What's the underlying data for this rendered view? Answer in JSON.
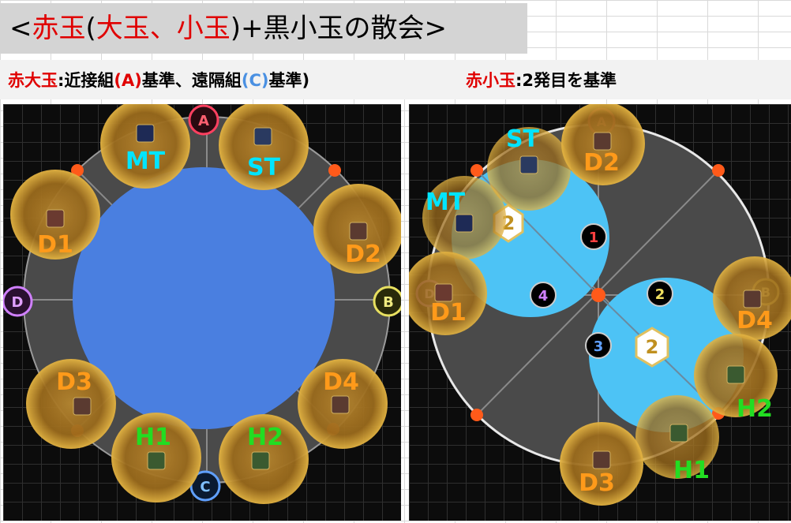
{
  "title": {
    "open_bracket": "<",
    "part1_red": "赤玉",
    "paren_open": "(",
    "part2_red": "大玉",
    "sep": "、",
    "part3_red": "小玉",
    "paren_close": ")",
    "rest": "+黒小玉の散会",
    "close_bracket": ">"
  },
  "subtitle_left": {
    "label_red": "赤大玉",
    "colon": ":",
    "text1": "近接組",
    "a_label": "(A)",
    "text2": "基準、遠隔組",
    "c_label": "(C)",
    "text3": "基準)"
  },
  "subtitle_right": {
    "label_red": "赤小玉",
    "colon": ":",
    "text": "2発目を基準"
  },
  "left_panel": {
    "markers": {
      "a": "A",
      "b": "B",
      "c": "C",
      "d": "D"
    },
    "players": {
      "mt": "MT",
      "st": "ST",
      "d1": "D1",
      "d2": "D2",
      "d3": "D3",
      "d4": "D4",
      "h1": "H1",
      "h2": "H2"
    }
  },
  "right_panel": {
    "markers": {
      "a": "A",
      "b": "B",
      "d": "D"
    },
    "players": {
      "mt": "MT",
      "st": "ST",
      "d1": "D1",
      "d2": "D2",
      "d3": "D3",
      "d4": "D4",
      "h1": "H1",
      "h2": "H2"
    },
    "order_numbers": {
      "n1": "1",
      "n2": "2",
      "n3": "3",
      "n4": "4"
    },
    "icon_numbers": {
      "upper": "2",
      "lower": "2"
    }
  },
  "colors": {
    "tank_healer_label": "#00e5ff",
    "dps_label": "#ff9a1a",
    "healer_label": "#22dd22",
    "big_ball": "#4a7fe0",
    "small_ball": "#4dc3f5",
    "arena": "#4a4a4a"
  }
}
